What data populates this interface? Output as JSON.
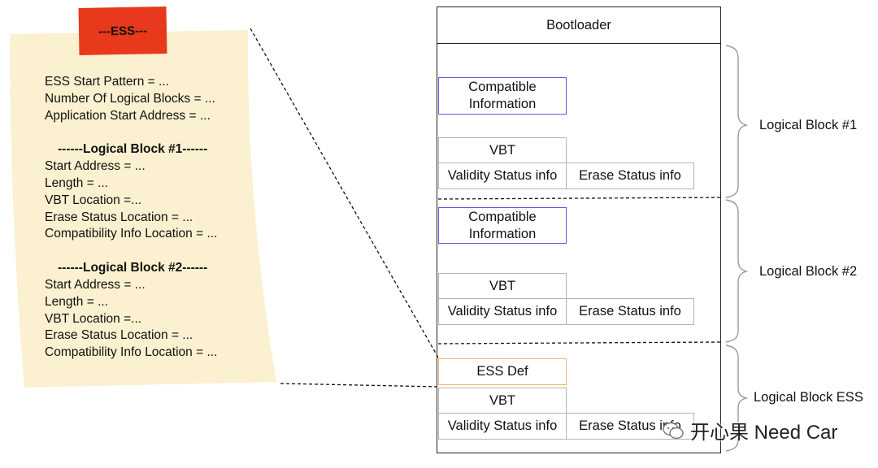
{
  "ess_panel": {
    "tag": "---ESS---",
    "lines_header": [
      "ESS Start Pattern = ...",
      "Number Of Logical Blocks = ...",
      "Application Start Address = ..."
    ],
    "block1_heading": "------Logical Block #1------",
    "block1_lines": [
      "Start Address = ...",
      "Length = ...",
      "VBT Location =...",
      "Erase Status Location = ...",
      "Compatibility Info Location = ..."
    ],
    "block2_heading": "------Logical Block #2------",
    "block2_lines": [
      "Start Address = ...",
      "Length = ...",
      "VBT Location =...",
      "Erase Status Location = ...",
      "Compatibility Info Location = ..."
    ]
  },
  "memory": {
    "bootloader": "Bootloader",
    "block1": {
      "compatible": "Compatible Information",
      "vbt": "VBT",
      "validity": "Validity Status info",
      "erase": "Erase Status info"
    },
    "block2": {
      "compatible": "Compatible Information",
      "vbt": "VBT",
      "validity": "Validity Status info",
      "erase": "Erase Status info"
    },
    "block_ess": {
      "ess_def": "ESS Def",
      "vbt": "VBT",
      "validity": "Validity Status info",
      "erase": "Erase Status info"
    }
  },
  "braces": {
    "block1": "Logical Block #1",
    "block2": "Logical Block #2",
    "block_ess": "Logical Block ESS"
  },
  "watermark": {
    "text": "开心果 Need Car",
    "icon": "wechat-icon"
  },
  "colors": {
    "tag": "#e8391c",
    "panel": "#fbf0cf",
    "compatible_border": "#6b55e0",
    "ess_def_border": "#f4b266",
    "cell_border": "#b3b3b3"
  }
}
